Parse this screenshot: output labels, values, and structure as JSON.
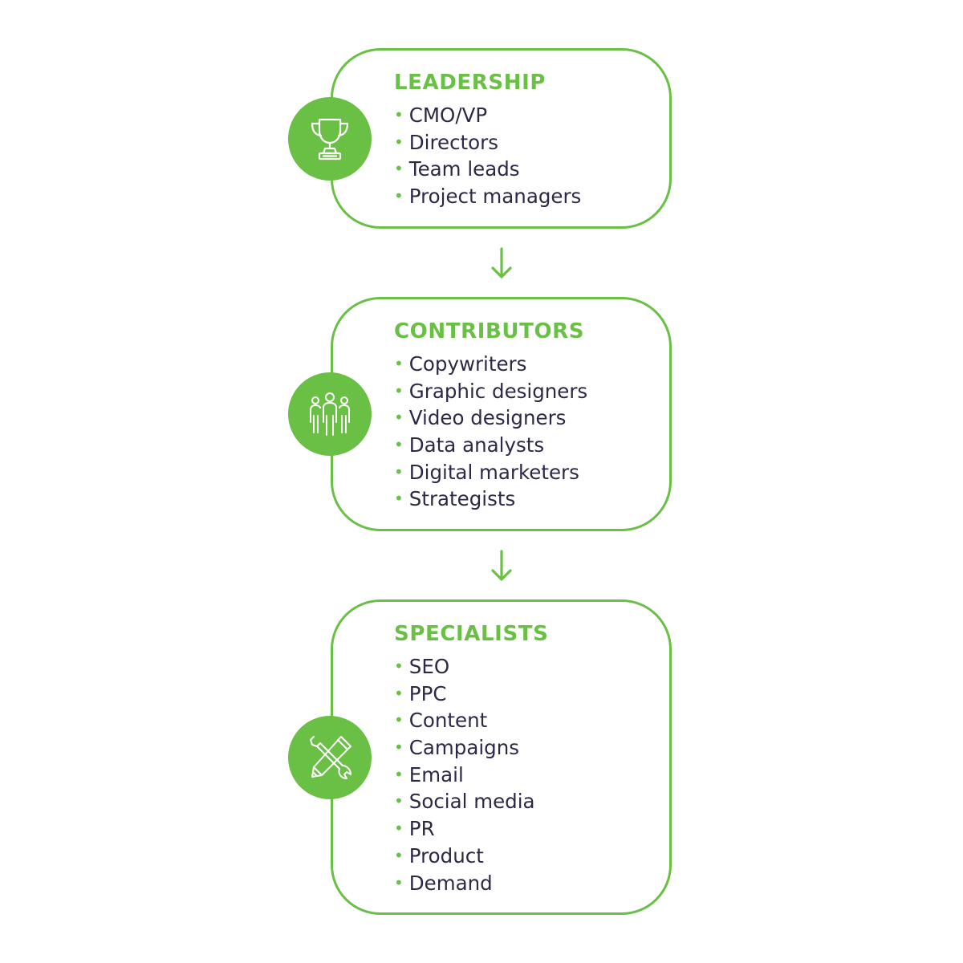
{
  "colors": {
    "accent": "#6abf45",
    "text": "#2b2945",
    "background": "#ffffff"
  },
  "sections": [
    {
      "title": "LEADERSHIP",
      "icon": "trophy-icon",
      "items": [
        "CMO/VP",
        "Directors",
        "Team leads",
        "Project managers"
      ]
    },
    {
      "title": "CONTRIBUTORS",
      "icon": "team-icon",
      "items": [
        "Copywriters",
        "Graphic designers",
        "Video designers",
        "Data analysts",
        "Digital marketers",
        "Strategists"
      ]
    },
    {
      "title": "SPECIALISTS",
      "icon": "tools-icon",
      "items": [
        "SEO",
        "PPC",
        "Content",
        "Campaigns",
        "Email",
        "Social media",
        "PR",
        "Product",
        "Demand"
      ]
    }
  ],
  "connectors": [
    "arrow-down-icon",
    "arrow-down-icon"
  ]
}
